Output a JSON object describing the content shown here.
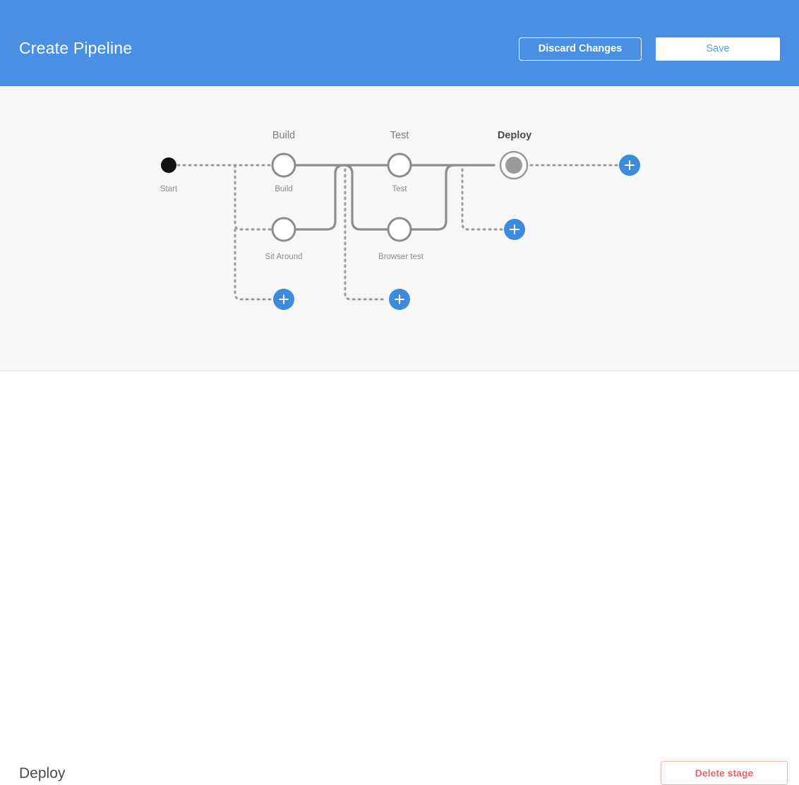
{
  "theme": {
    "header_bg": "#4a90e2",
    "canvas_bg": "#f7f7f7",
    "accent_blue": "#3d8bdd",
    "edge_gray": "#8c8c8c",
    "danger_red": "#e8666b",
    "danger_border": "#f3b0b0"
  },
  "header": {
    "title": "Create Pipeline",
    "discard_label": "Discard Changes",
    "save_label": "Save"
  },
  "pipeline": {
    "start_label": "Start",
    "stages": [
      {
        "name": "Build",
        "selected": false,
        "jobs": [
          {
            "name": "Build"
          },
          {
            "name": "Sit Around"
          }
        ]
      },
      {
        "name": "Test",
        "selected": false,
        "jobs": [
          {
            "name": "Test"
          },
          {
            "name": "Browser test"
          }
        ]
      },
      {
        "name": "Deploy",
        "selected": true,
        "jobs": []
      }
    ],
    "add_buttons": [
      {
        "id": "add-stage-before-build",
        "title": "Add stage"
      },
      {
        "id": "add-stage-before-test",
        "title": "Add stage"
      },
      {
        "id": "add-job-deploy",
        "title": "Add job"
      },
      {
        "id": "add-stage-after-deploy",
        "title": "Add stage"
      }
    ]
  },
  "detail": {
    "title": "Deploy",
    "delete_label": "Delete stage"
  }
}
